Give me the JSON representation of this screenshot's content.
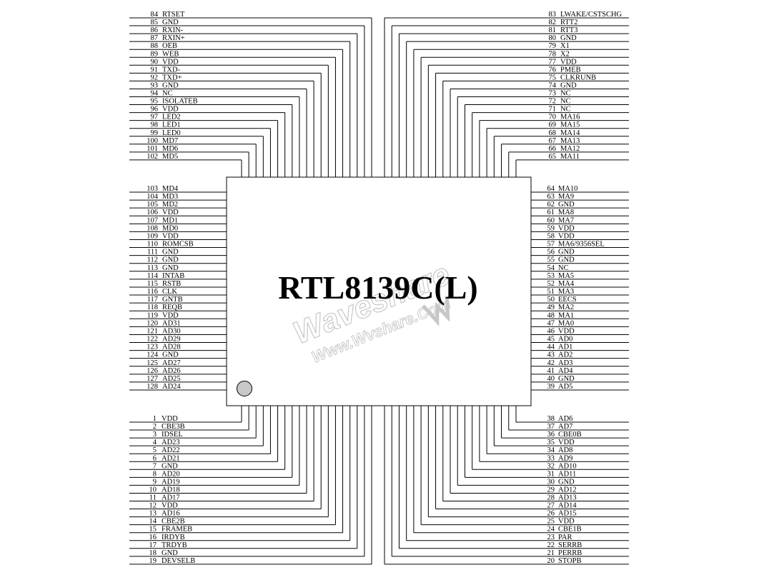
{
  "chip": {
    "title": "RTL8139C(L)"
  },
  "watermark": {
    "brand": "Waveshare",
    "url": "Www.Wvshare.Com"
  },
  "colors": {
    "line": "#000000",
    "watermark": "#b8b8b8",
    "pin1_marker": "#c8c8c8"
  },
  "pins": {
    "top_left": [
      {
        "num": "84",
        "name": "RTSET"
      },
      {
        "num": "85",
        "name": "GND"
      },
      {
        "num": "86",
        "name": "RXIN-"
      },
      {
        "num": "87",
        "name": "RXIN+"
      },
      {
        "num": "88",
        "name": "OEB"
      },
      {
        "num": "89",
        "name": "WEB"
      },
      {
        "num": "90",
        "name": "VDD"
      },
      {
        "num": "91",
        "name": "TXD-"
      },
      {
        "num": "92",
        "name": "TXD+"
      },
      {
        "num": "93",
        "name": "GND"
      },
      {
        "num": "94",
        "name": "NC"
      },
      {
        "num": "95",
        "name": "ISOLATEB"
      },
      {
        "num": "96",
        "name": "VDD"
      },
      {
        "num": "97",
        "name": "LED2"
      },
      {
        "num": "98",
        "name": "LED1"
      },
      {
        "num": "99",
        "name": "LED0"
      },
      {
        "num": "100",
        "name": "MD7"
      },
      {
        "num": "101",
        "name": "MD6"
      },
      {
        "num": "102",
        "name": "MD5"
      }
    ],
    "left": [
      {
        "num": "103",
        "name": "MD4"
      },
      {
        "num": "104",
        "name": "MD3"
      },
      {
        "num": "105",
        "name": "MD2"
      },
      {
        "num": "106",
        "name": "VDD"
      },
      {
        "num": "107",
        "name": "MD1"
      },
      {
        "num": "108",
        "name": "MD0"
      },
      {
        "num": "109",
        "name": "VDD"
      },
      {
        "num": "110",
        "name": "ROMCSB"
      },
      {
        "num": "111",
        "name": "GND"
      },
      {
        "num": "112",
        "name": "GND"
      },
      {
        "num": "113",
        "name": "GND"
      },
      {
        "num": "114",
        "name": "INTAB"
      },
      {
        "num": "115",
        "name": "RSTB"
      },
      {
        "num": "116",
        "name": "CLK"
      },
      {
        "num": "117",
        "name": "GNTB"
      },
      {
        "num": "118",
        "name": "REQB"
      },
      {
        "num": "119",
        "name": "VDD"
      },
      {
        "num": "120",
        "name": "AD31"
      },
      {
        "num": "121",
        "name": "AD30"
      },
      {
        "num": "122",
        "name": "AD29"
      },
      {
        "num": "123",
        "name": "AD28"
      },
      {
        "num": "124",
        "name": "GND"
      },
      {
        "num": "125",
        "name": "AD27"
      },
      {
        "num": "126",
        "name": "AD26"
      },
      {
        "num": "127",
        "name": "AD25"
      },
      {
        "num": "128",
        "name": "AD24"
      }
    ],
    "bottom_left": [
      {
        "num": "1",
        "name": "VDD"
      },
      {
        "num": "2",
        "name": "CBE3B"
      },
      {
        "num": "3",
        "name": "IDSEL"
      },
      {
        "num": "4",
        "name": "AD23"
      },
      {
        "num": "5",
        "name": "AD22"
      },
      {
        "num": "6",
        "name": "AD21"
      },
      {
        "num": "7",
        "name": "GND"
      },
      {
        "num": "8",
        "name": "AD20"
      },
      {
        "num": "9",
        "name": "AD19"
      },
      {
        "num": "10",
        "name": "AD18"
      },
      {
        "num": "11",
        "name": "AD17"
      },
      {
        "num": "12",
        "name": "VDD"
      },
      {
        "num": "13",
        "name": "AD16"
      },
      {
        "num": "14",
        "name": "CBE2B"
      },
      {
        "num": "15",
        "name": "FRAMEB"
      },
      {
        "num": "16",
        "name": "IRDYB"
      },
      {
        "num": "17",
        "name": "TRDYB"
      },
      {
        "num": "18",
        "name": "GND"
      },
      {
        "num": "19",
        "name": "DEVSELB"
      }
    ],
    "top_right": [
      {
        "num": "83",
        "name": "LWAKE/CSTSCHG"
      },
      {
        "num": "82",
        "name": "RTT2"
      },
      {
        "num": "81",
        "name": "RTT3"
      },
      {
        "num": "80",
        "name": "GND"
      },
      {
        "num": "79",
        "name": "X1"
      },
      {
        "num": "78",
        "name": "X2"
      },
      {
        "num": "77",
        "name": "VDD"
      },
      {
        "num": "76",
        "name": "PMEB"
      },
      {
        "num": "75",
        "name": "CLKRUNB"
      },
      {
        "num": "74",
        "name": "GND"
      },
      {
        "num": "73",
        "name": "NC"
      },
      {
        "num": "72",
        "name": "NC"
      },
      {
        "num": "71",
        "name": "NC"
      },
      {
        "num": "70",
        "name": "MA16"
      },
      {
        "num": "69",
        "name": "MA15"
      },
      {
        "num": "68",
        "name": "MA14"
      },
      {
        "num": "67",
        "name": "MA13"
      },
      {
        "num": "66",
        "name": "MA12"
      },
      {
        "num": "65",
        "name": "MA11"
      }
    ],
    "right": [
      {
        "num": "64",
        "name": "MA10"
      },
      {
        "num": "63",
        "name": "MA9"
      },
      {
        "num": "62",
        "name": "GND"
      },
      {
        "num": "61",
        "name": "MA8"
      },
      {
        "num": "60",
        "name": "MA7"
      },
      {
        "num": "59",
        "name": "VDD"
      },
      {
        "num": "58",
        "name": "VDD"
      },
      {
        "num": "57",
        "name": "MA6/9356SEL"
      },
      {
        "num": "56",
        "name": "GND"
      },
      {
        "num": "55",
        "name": "GND"
      },
      {
        "num": "54",
        "name": "NC"
      },
      {
        "num": "53",
        "name": "MA5"
      },
      {
        "num": "52",
        "name": "MA4"
      },
      {
        "num": "51",
        "name": "MA3"
      },
      {
        "num": "50",
        "name": "EECS"
      },
      {
        "num": "49",
        "name": "MA2"
      },
      {
        "num": "48",
        "name": "MA1"
      },
      {
        "num": "47",
        "name": "MA0"
      },
      {
        "num": "46",
        "name": "VDD"
      },
      {
        "num": "45",
        "name": "AD0"
      },
      {
        "num": "44",
        "name": "AD1"
      },
      {
        "num": "43",
        "name": "AD2"
      },
      {
        "num": "42",
        "name": "AD3"
      },
      {
        "num": "41",
        "name": "AD4"
      },
      {
        "num": "40",
        "name": "GND"
      },
      {
        "num": "39",
        "name": "AD5"
      }
    ],
    "bottom_right": [
      {
        "num": "38",
        "name": "AD6"
      },
      {
        "num": "37",
        "name": "AD7"
      },
      {
        "num": "36",
        "name": "CBE0B"
      },
      {
        "num": "35",
        "name": "VDD"
      },
      {
        "num": "34",
        "name": "AD8"
      },
      {
        "num": "33",
        "name": "AD9"
      },
      {
        "num": "32",
        "name": "AD10"
      },
      {
        "num": "31",
        "name": "AD11"
      },
      {
        "num": "30",
        "name": "GND"
      },
      {
        "num": "29",
        "name": "AD12"
      },
      {
        "num": "28",
        "name": "AD13"
      },
      {
        "num": "27",
        "name": "AD14"
      },
      {
        "num": "26",
        "name": "AD15"
      },
      {
        "num": "25",
        "name": "VDD"
      },
      {
        "num": "24",
        "name": "CBE1B"
      },
      {
        "num": "23",
        "name": "PAR"
      },
      {
        "num": "22",
        "name": "SERRB"
      },
      {
        "num": "21",
        "name": "PERRB"
      },
      {
        "num": "20",
        "name": "STOPB"
      }
    ]
  }
}
